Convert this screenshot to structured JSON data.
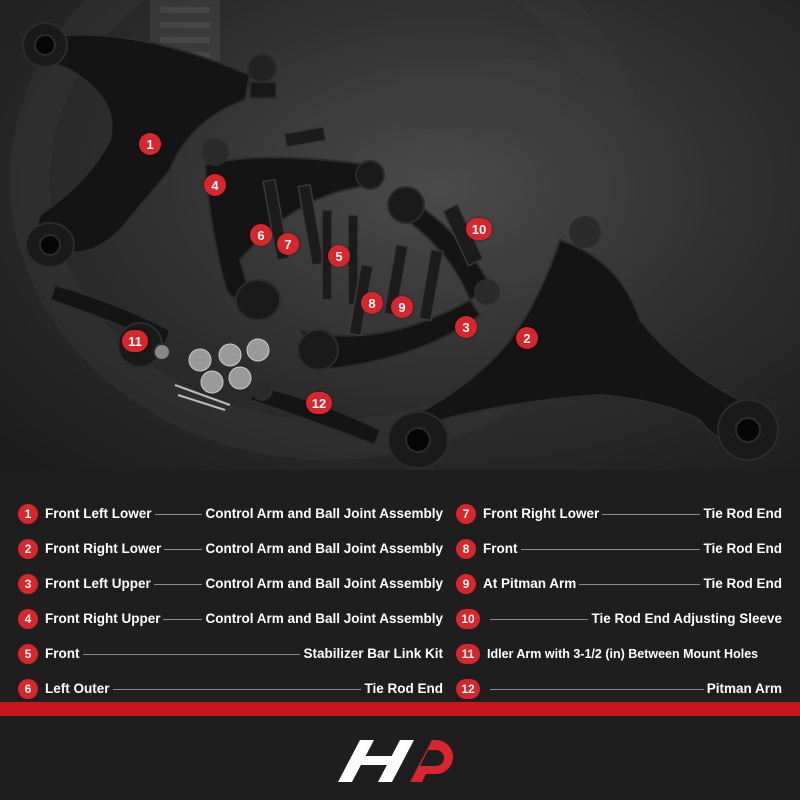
{
  "photo": {
    "callouts": [
      "1",
      "2",
      "3",
      "4",
      "5",
      "6",
      "7",
      "8",
      "9",
      "10",
      "11",
      "12"
    ]
  },
  "legend": {
    "left": [
      {
        "num": "1",
        "name": "Front Left Lower",
        "desc": "Control Arm and Ball Joint Assembly"
      },
      {
        "num": "2",
        "name": "Front Right Lower",
        "desc": "Control Arm and Ball Joint Assembly"
      },
      {
        "num": "3",
        "name": "Front Left Upper",
        "desc": "Control Arm and Ball Joint Assembly"
      },
      {
        "num": "4",
        "name": "Front Right Upper",
        "desc": "Control Arm and Ball Joint Assembly"
      },
      {
        "num": "5",
        "name": "Front",
        "desc": "Stabilizer Bar Link Kit"
      },
      {
        "num": "6",
        "name": "Left Outer",
        "desc": "Tie Rod End"
      }
    ],
    "right": [
      {
        "num": "7",
        "name": "Front Right Lower",
        "desc": "Tie Rod End"
      },
      {
        "num": "8",
        "name": "Front",
        "desc": "Tie Rod End"
      },
      {
        "num": "9",
        "name": "At Pitman Arm",
        "desc": "Tie Rod End"
      },
      {
        "num": "10",
        "name": "",
        "desc": "Tie Rod End Adjusting Sleeve"
      },
      {
        "num": "11",
        "name": "Idler Arm with 3-1/2 (in) Between Mount Holes",
        "desc": ""
      },
      {
        "num": "12",
        "name": "",
        "desc": "Pitman Arm"
      }
    ]
  },
  "brand": {
    "accent": "#d8262c",
    "logo_icon": "a-premium-logo-icon"
  }
}
